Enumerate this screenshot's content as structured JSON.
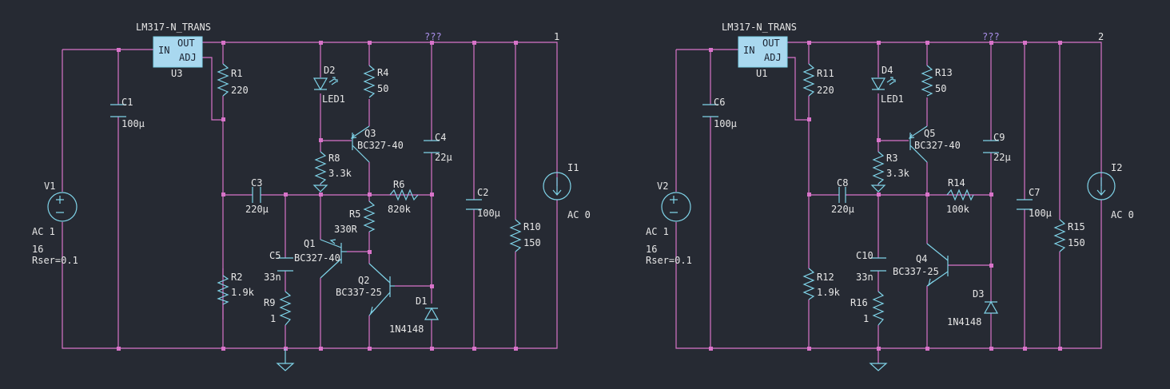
{
  "colors": {
    "background": "#262a33",
    "wire": "#d873c9",
    "component": "#7fd3e8",
    "text": "#e6e6e6",
    "net_label": "#a98ee8",
    "ic_fill": "#a9d8ef"
  },
  "circuits": [
    {
      "regulator": {
        "type": "LM317-N_TRANS",
        "ref": "U3",
        "pin_in": "IN",
        "pin_out": "OUT",
        "pin_adj": "ADJ"
      },
      "net_unknown": "???",
      "net_out": "1",
      "V": {
        "ref": "V1",
        "line1": "AC 1",
        "line2": "16",
        "line3": "Rser=0.1"
      },
      "C_in": {
        "ref": "C1",
        "value": "100µ"
      },
      "R_top": {
        "ref": "R1",
        "value": "220"
      },
      "R_bottom": {
        "ref": "R2",
        "value": "1.9k"
      },
      "LED": {
        "ref": "D2",
        "value": "LED1"
      },
      "R_led": {
        "ref": "R4",
        "value": "50"
      },
      "Q_pnp_top": {
        "ref": "Q3",
        "value": "BC327-40"
      },
      "R_base": {
        "ref": "R8",
        "value": "3.3k"
      },
      "C_adj": {
        "ref": "C3",
        "value": "220µ"
      },
      "R_fb": {
        "ref": "R6",
        "value": "820k"
      },
      "R_coll": {
        "ref": "R5",
        "value": "330R"
      },
      "Q_pnp_bot": {
        "ref": "Q1",
        "value": "BC327-40"
      },
      "C_small": {
        "ref": "C5",
        "value": "33n"
      },
      "R_small": {
        "ref": "R9",
        "value": "1"
      },
      "Q_npn": {
        "ref": "Q2",
        "value": "BC337-25"
      },
      "Diode": {
        "ref": "D1",
        "value": "1N4148"
      },
      "C_mid": {
        "ref": "C4",
        "value": "22µ"
      },
      "C_out": {
        "ref": "C2",
        "value": "100µ"
      },
      "R_load": {
        "ref": "R10",
        "value": "150"
      },
      "I_src": {
        "ref": "I1",
        "value": "AC 0"
      }
    },
    {
      "regulator": {
        "type": "LM317-N_TRANS",
        "ref": "U1",
        "pin_in": "IN",
        "pin_out": "OUT",
        "pin_adj": "ADJ"
      },
      "net_unknown": "???",
      "net_out": "2",
      "V": {
        "ref": "V2",
        "line1": "AC 1",
        "line2": "16",
        "line3": "Rser=0.1"
      },
      "C_in": {
        "ref": "C6",
        "value": "100µ"
      },
      "R_top": {
        "ref": "R11",
        "value": "220"
      },
      "R_bottom": {
        "ref": "R12",
        "value": "1.9k"
      },
      "LED": {
        "ref": "D4",
        "value": "LED1"
      },
      "R_led": {
        "ref": "R13",
        "value": "50"
      },
      "Q_pnp_top": {
        "ref": "Q5",
        "value": "BC327-40"
      },
      "R_base": {
        "ref": "R3",
        "value": "3.3k"
      },
      "C_adj": {
        "ref": "C8",
        "value": "220µ"
      },
      "R_fb": {
        "ref": "R14",
        "value": "100k"
      },
      "Q_npn": {
        "ref": "Q4",
        "value": "BC337-25"
      },
      "C_small": {
        "ref": "C10",
        "value": "33n"
      },
      "R_small": {
        "ref": "R16",
        "value": "1"
      },
      "Diode": {
        "ref": "D3",
        "value": "1N4148"
      },
      "C_mid": {
        "ref": "C9",
        "value": "22µ"
      },
      "C_out": {
        "ref": "C7",
        "value": "100µ"
      },
      "R_load": {
        "ref": "R15",
        "value": "150"
      },
      "I_src": {
        "ref": "I2",
        "value": "AC 0"
      }
    }
  ]
}
